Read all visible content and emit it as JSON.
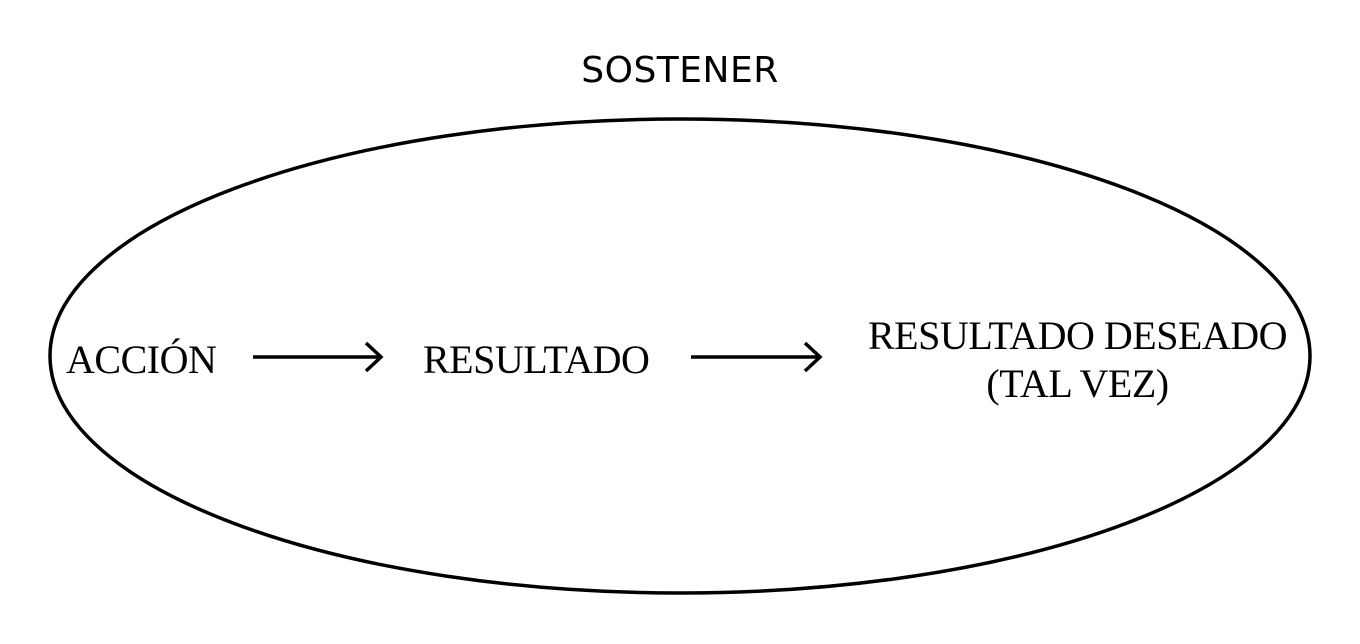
{
  "diagram": {
    "title": "SOSTENER",
    "nodes": [
      {
        "id": "accion",
        "label": "ACCIÓN"
      },
      {
        "id": "resultado",
        "label": "RESULTADO"
      },
      {
        "id": "resultado_deseado",
        "label_line1": "RESULTADO DESEADO",
        "label_line2": "(TAL VEZ)"
      }
    ],
    "edges": [
      {
        "from": "accion",
        "to": "resultado"
      },
      {
        "from": "resultado",
        "to": "resultado_deseado"
      }
    ],
    "colors": {
      "stroke": "#000000",
      "text": "#000000",
      "background": "#ffffff"
    }
  }
}
